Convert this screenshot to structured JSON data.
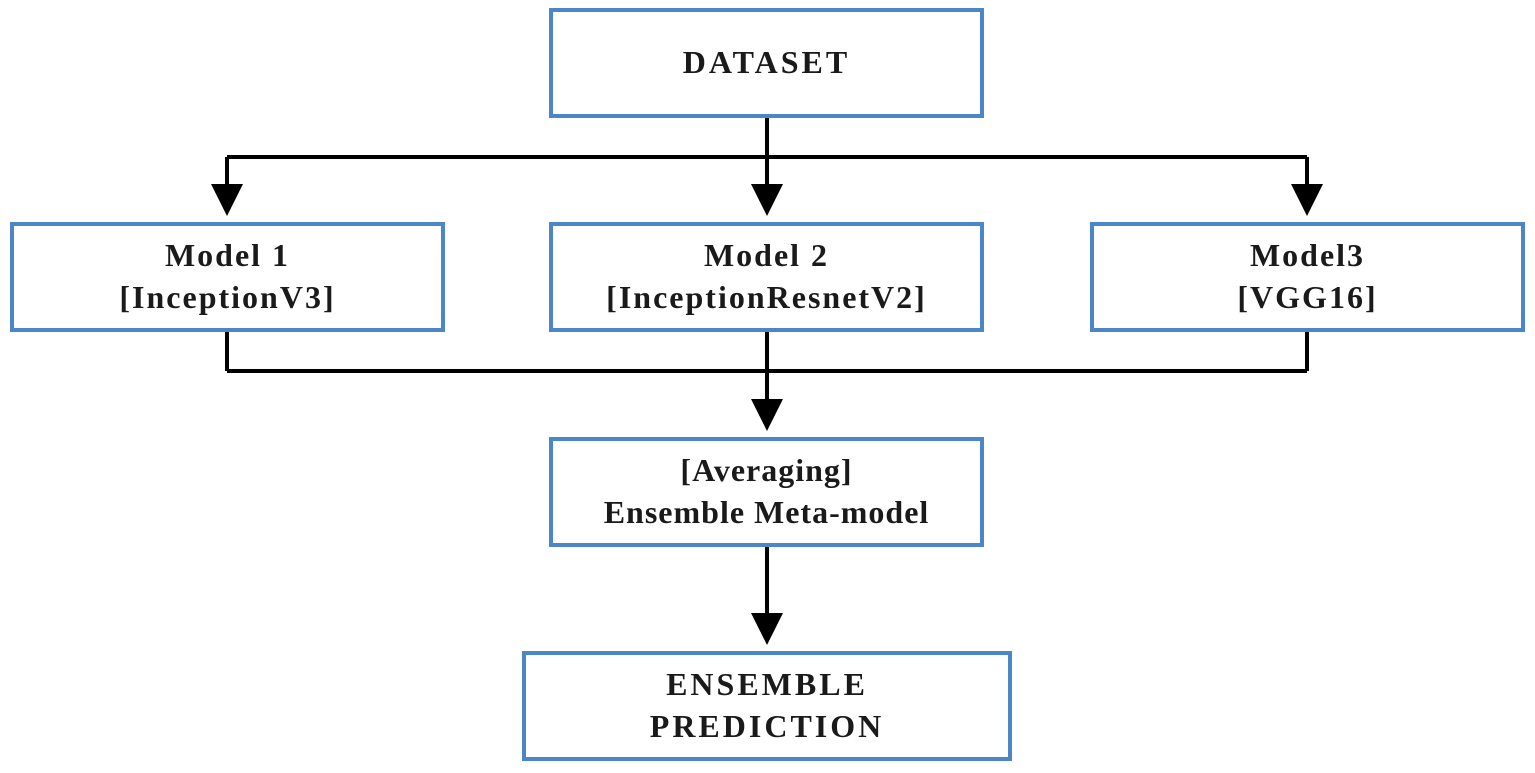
{
  "diagram": {
    "nodes": {
      "dataset": {
        "lines": [
          "DATASET"
        ]
      },
      "model1": {
        "lines": [
          "Model 1",
          "[InceptionV3]"
        ]
      },
      "model2": {
        "lines": [
          "Model 2",
          "[InceptionResnetV2]"
        ]
      },
      "model3": {
        "lines": [
          "Model3",
          "[VGG16]"
        ]
      },
      "averaging": {
        "lines": [
          "[Averaging]",
          "Ensemble Meta-model"
        ]
      },
      "output": {
        "lines": [
          "ENSEMBLE",
          "PREDICTION"
        ]
      }
    },
    "edges": [
      {
        "from": "dataset",
        "to": "model1"
      },
      {
        "from": "dataset",
        "to": "model2"
      },
      {
        "from": "dataset",
        "to": "model3"
      },
      {
        "from": "model1",
        "to": "averaging"
      },
      {
        "from": "model2",
        "to": "averaging"
      },
      {
        "from": "model3",
        "to": "averaging"
      },
      {
        "from": "averaging",
        "to": "output"
      }
    ],
    "colors": {
      "box_border": "#4a86c8",
      "connector": "#000000"
    }
  }
}
